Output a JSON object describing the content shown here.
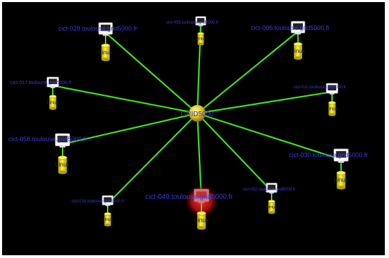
{
  "hub": {
    "label": "GRID5000"
  },
  "nodes": [
    {
      "id": "n1",
      "host": "cict-028.toulouse.grid5000.fr",
      "os": "Linux",
      "highlighted": false
    },
    {
      "id": "n2",
      "host": "cict-055.toulouse.grid5000.fr",
      "os": "Linux",
      "highlighted": false
    },
    {
      "id": "n3",
      "host": "cict-006.toulouse.grid5000.fr",
      "os": "Linux",
      "highlighted": false
    },
    {
      "id": "n4",
      "host": "cict-017.toulouse.grid5000.fr",
      "os": "Linux",
      "highlighted": false
    },
    {
      "id": "n5",
      "host": "cict-011.toulouse.grid5000.fr",
      "os": "Linux",
      "highlighted": false
    },
    {
      "id": "n6",
      "host": "cict-058.toulouse.grid5000.fr",
      "os": "Linux",
      "highlighted": false
    },
    {
      "id": "n7",
      "host": "cict-030.toulouse.grid5000.fr",
      "os": "Linux",
      "highlighted": false
    },
    {
      "id": "n8",
      "host": "cict-016.toulouse.grid5000.fr",
      "os": "Linux",
      "highlighted": false
    },
    {
      "id": "n9",
      "host": "cict-049.toulouse.grid5000.fr",
      "os": "Linux",
      "highlighted": true
    },
    {
      "id": "n10",
      "host": "cict-052.toulouse.grid5000.fr",
      "os": "Linux",
      "highlighted": false
    }
  ],
  "colors": {
    "background": "#000000",
    "edge": "#3fe21c",
    "label": "#3b3bd8",
    "disk": "#e8e000",
    "monitor": "#ffffff",
    "hub": "#f0d020",
    "highlight": "#b00000"
  }
}
